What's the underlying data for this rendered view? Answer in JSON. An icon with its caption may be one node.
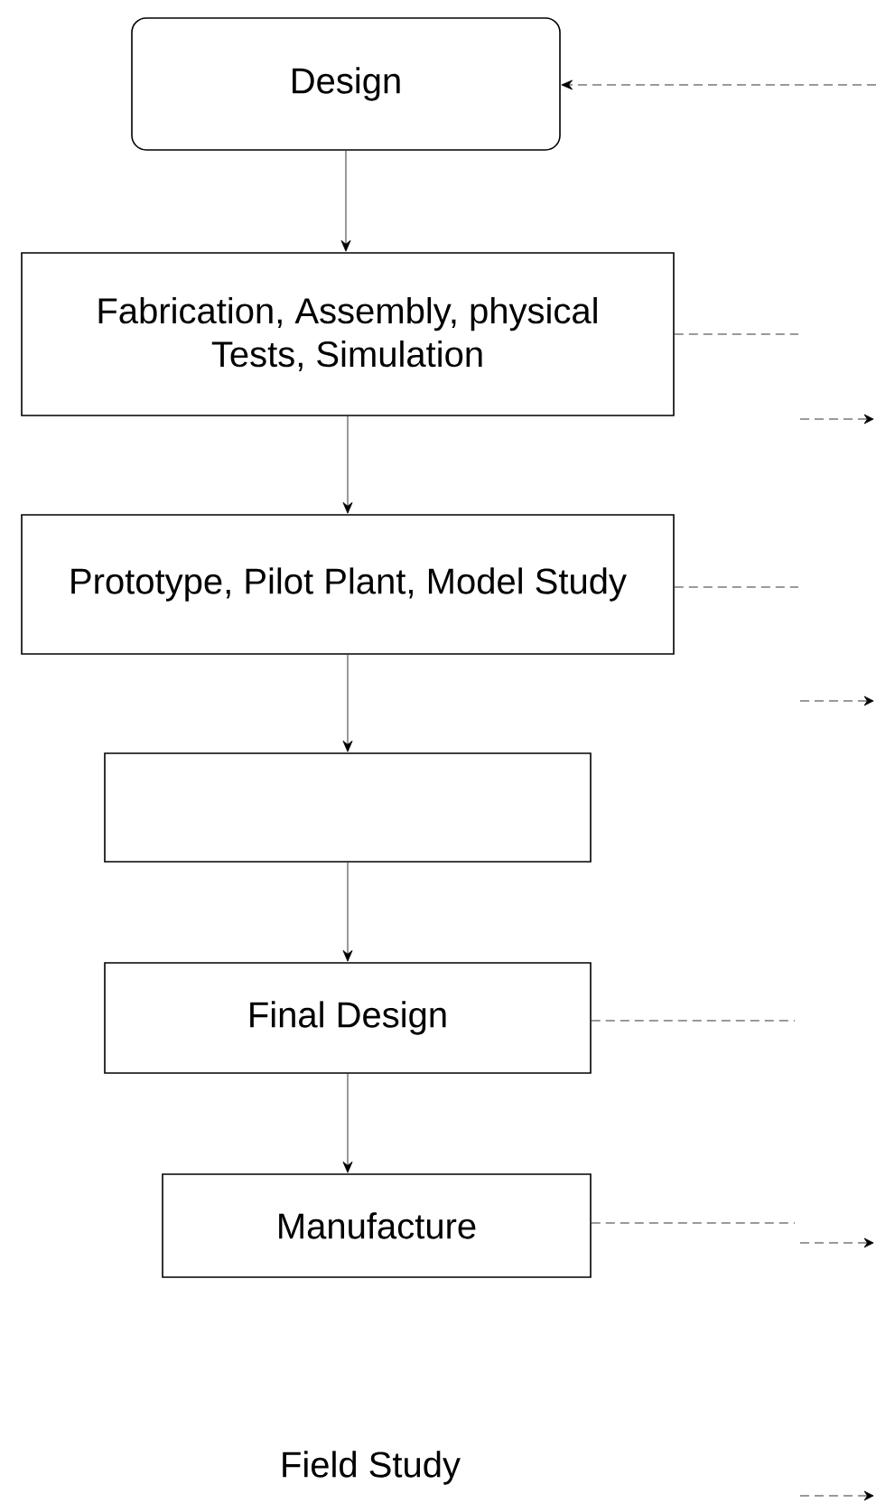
{
  "diagram": {
    "nodes": [
      {
        "text": [
          "Design"
        ]
      },
      {
        "text": [
          "Fabrication, Assembly, physical Tests, Simulation"
        ]
      },
      {
        "text": [
          "Prototype, Pilot Plant, Model Study"
        ]
      },
      {
        "text": [],
        "shape": "box"
      },
      {
        "text": [
          "Final Design"
        ]
      },
      {
        "text": [
          "Manufacture"
        ]
      },
      {
        "text": [
          "Field Study"
        ]
      }
    ],
    "edges": [
      {
        "from": 0,
        "to": 1,
        "arrow": "to"
      },
      {
        "from": 1,
        "to": 2,
        "arrow": "to"
      },
      {
        "from": 2,
        "to": 3,
        "arrow": "to"
      },
      {
        "from": 3,
        "to": 4,
        "arrow": "to"
      },
      {
        "from": 4,
        "to": 5,
        "arrow": "to"
      },
      {
        "from": null,
        "to": 0,
        "arrow": "to",
        "style": "dashed"
      },
      {
        "from": 1,
        "to": null,
        "arrow": "none",
        "style": "dashed"
      },
      {
        "from": 2,
        "to": null,
        "arrow": "none",
        "style": "dashed"
      },
      {
        "from": 4,
        "to": null,
        "arrow": "none",
        "style": "dashed"
      },
      {
        "from": 5,
        "to": null,
        "arrow": "none",
        "style": "dashed"
      }
    ]
  }
}
